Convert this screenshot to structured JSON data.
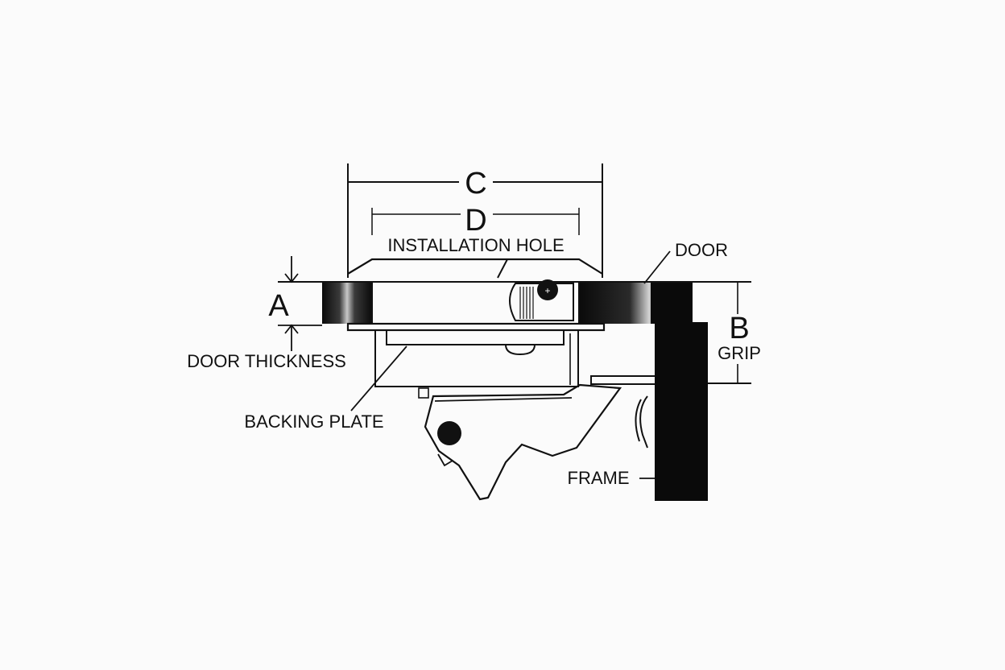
{
  "labels": {
    "c": "C",
    "d": "D",
    "installation_hole": "INSTALLATION HOLE",
    "door": "DOOR",
    "a": "A",
    "door_thickness": "DOOR THICKNESS",
    "b": "B",
    "grip": "GRIP",
    "backing_plate": "BACKING PLATE",
    "frame": "FRAME"
  },
  "colors": {
    "ink": "#111111",
    "background": "#fbfbfb"
  }
}
